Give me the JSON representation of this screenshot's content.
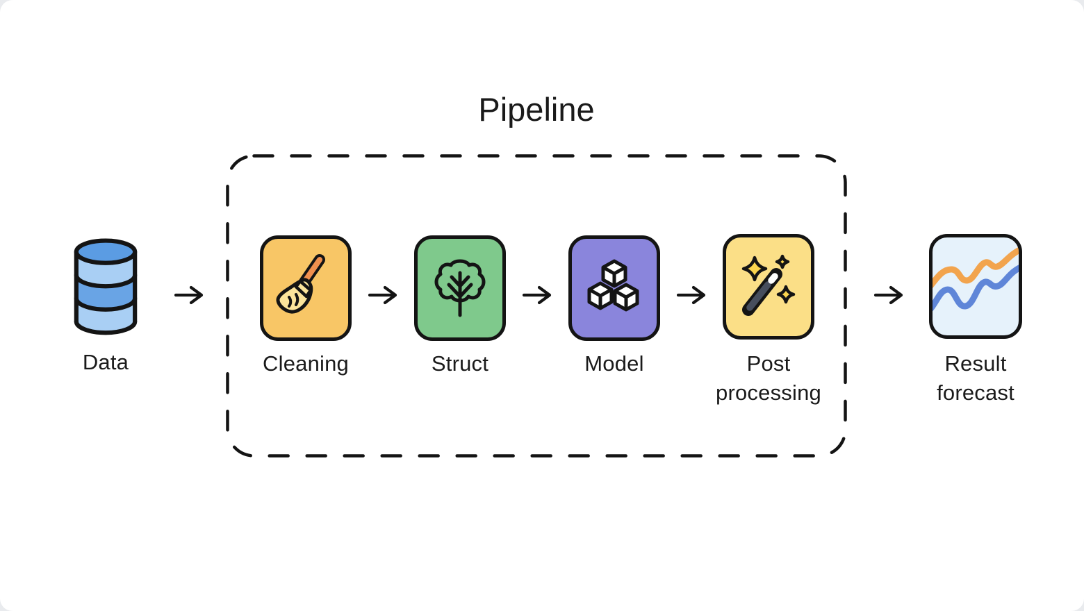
{
  "diagram": {
    "title": "Pipeline",
    "source_node": {
      "label": "Data",
      "icon": "database-icon"
    },
    "steps": [
      {
        "label": "Cleaning",
        "icon": "broom-icon",
        "bg": "#F8C666"
      },
      {
        "label": "Struct",
        "icon": "tree-icon",
        "bg": "#7FC98C"
      },
      {
        "label": "Model",
        "icon": "cubes-icon",
        "bg": "#8A85DC"
      },
      {
        "label": "Post processing",
        "icon": "magic-wand-icon",
        "bg": "#FBDF87"
      }
    ],
    "result_node": {
      "label": "Result forecast",
      "icon": "line-chart-icon",
      "bg": "#E6F2FB"
    },
    "arrow_icon": "right-arrow-icon",
    "colors": {
      "outline": "#141414",
      "text": "#1A1A1A",
      "database_top": "#5B9CE3",
      "database_light_band": "#A9CFF4",
      "database_mid_band": "#69A4E5",
      "broom_handle": "#F0904E",
      "broom_bristles": "#FBE49B",
      "wand_body": "#474E5D",
      "sparkle_yellow": "#FAD44E",
      "chart_line_orange": "#F2A44D",
      "chart_line_blue": "#5F86D8"
    }
  }
}
